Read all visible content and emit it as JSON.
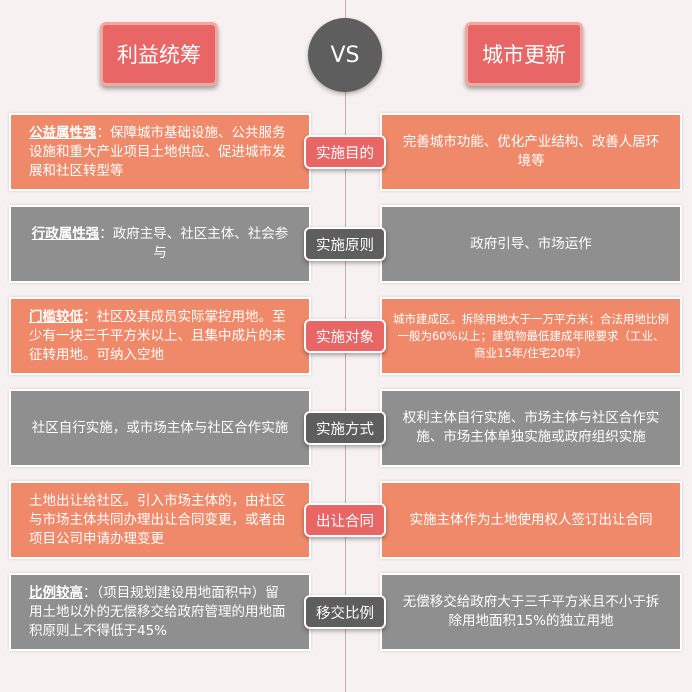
{
  "header": {
    "left": "利益统筹",
    "vs": "VS",
    "right": "城市更新"
  },
  "rows": [
    {
      "label": "实施目的",
      "left_bold": "公益属性强",
      "left_text": "：保障城市基础设施、公共服务设施和重大产业项目土地供应、促进城市发展和社区转型等",
      "right_text": "完善城市功能、优化产业结构、改善人居环境等"
    },
    {
      "label": "实施原则",
      "left_bold": "行政属性强",
      "left_text": "：政府主导、社区主体、社会参与",
      "right_text": "政府引导、市场运作"
    },
    {
      "label": "实施对象",
      "left_bold": "门槛较低",
      "left_text": "：社区及其成员实际掌控用地。至少有一块三千平方米以上、且集中成片的未征转用地。可纳入空地",
      "right_text": "城市建成区。拆除用地大于一万平方米；合法用地比例一般为60%以上；建筑物最低建成年限要求（工业、商业15年/住宅20年）"
    },
    {
      "label": "实施方式",
      "left_text": "社区自行实施，或市场主体与社区合作实施",
      "right_text": "权利主体自行实施、市场主体与社区合作实施、市场主体单独实施或政府组织实施"
    },
    {
      "label": "出让合同",
      "left_text": "土地出让给社区。引入市场主体的，由社区与市场主体共同办理出让合同变更，或者由项目公司申请办理变更",
      "right_text": "实施主体作为土地使用权人签订出让合同"
    },
    {
      "label": "移交比例",
      "left_bold": "比例较高",
      "left_text": "：（项目规划建设用地面积中）留用土地以外的无偿移交给政府管理的用地面积原则上不得低于45%",
      "right_text": "无偿移交给政府大于三千平方米且不小于拆除用地面积15%的独立用地"
    }
  ]
}
